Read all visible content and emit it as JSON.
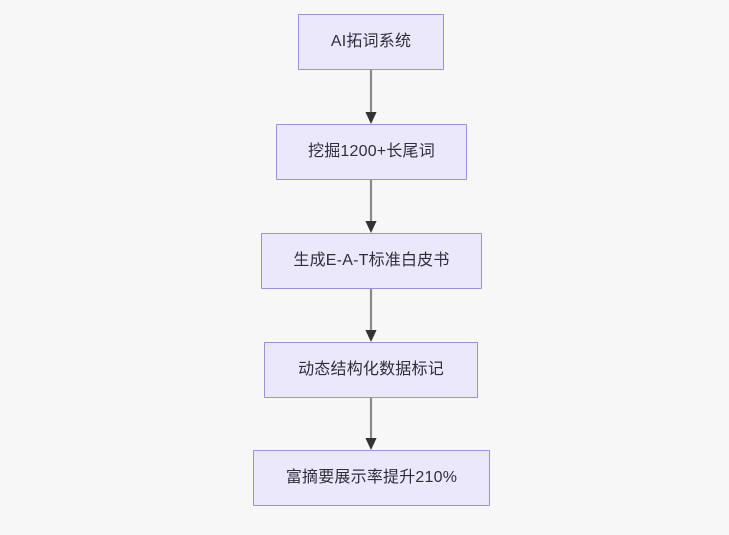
{
  "diagram": {
    "type": "flowchart",
    "direction": "top-to-bottom",
    "background_color": "#f7f7f7",
    "node_fill_color": "#ebe8fc",
    "node_border_color": "#9f8fd6",
    "node_text_color": "#2f2f38",
    "edge_line_color": "#8a8a8a",
    "edge_arrow_color": "#333333",
    "nodes": [
      {
        "id": "n1",
        "label": "AI拓词系统"
      },
      {
        "id": "n2",
        "label": "挖掘1200+长尾词"
      },
      {
        "id": "n3",
        "label": "生成E-A-T标准白皮书"
      },
      {
        "id": "n4",
        "label": "动态结构化数据标记"
      },
      {
        "id": "n5",
        "label": "富摘要展示率提升210%"
      }
    ],
    "edges": [
      {
        "id": "e1",
        "from": "n1",
        "to": "n2",
        "label": ""
      },
      {
        "id": "e2",
        "from": "n2",
        "to": "n3",
        "label": ""
      },
      {
        "id": "e3",
        "from": "n3",
        "to": "n4",
        "label": ""
      },
      {
        "id": "e4",
        "from": "n4",
        "to": "n5",
        "label": ""
      }
    ]
  }
}
